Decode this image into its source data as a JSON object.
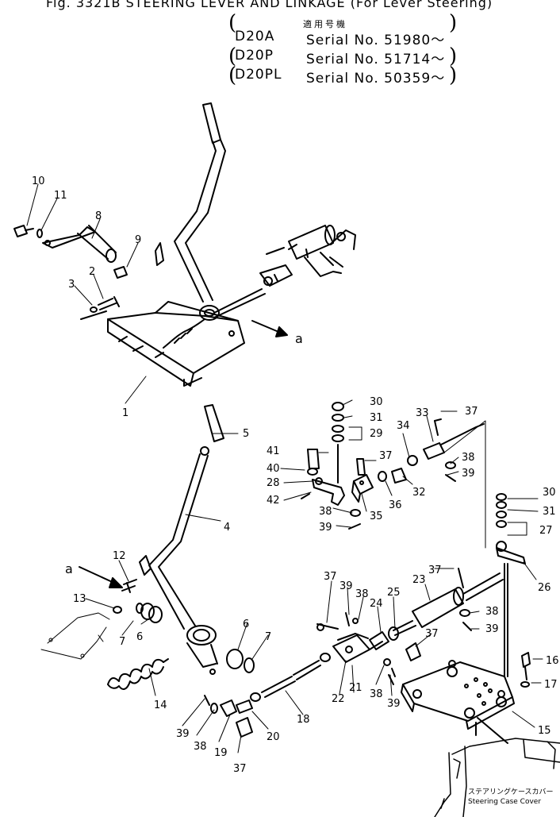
{
  "header": {
    "title": "Fig. 3321B  STEERING LEVER AND LINKAGE (For Lever Steering)",
    "applicable_label": "適用号機",
    "serials": [
      {
        "model": "D20A",
        "serial": "Serial No. 51980～"
      },
      {
        "model": "D20P",
        "serial": "Serial No. 51714～"
      },
      {
        "model": "D20PL",
        "serial": "Serial No. 50359～"
      }
    ]
  },
  "callouts": [
    "10",
    "11",
    "8",
    "9",
    "3",
    "2",
    "1",
    "5",
    "4",
    "12",
    "13",
    "7",
    "6",
    "6",
    "7",
    "14",
    "39",
    "38",
    "19",
    "37",
    "20",
    "18",
    "22",
    "21",
    "38",
    "39",
    "37",
    "39",
    "38",
    "24",
    "25",
    "37",
    "23",
    "37",
    "26",
    "38",
    "39",
    "16",
    "17",
    "15",
    "30",
    "31",
    "29",
    "33",
    "37",
    "34",
    "38",
    "39",
    "37",
    "41",
    "40",
    "28",
    "42",
    "32",
    "36",
    "38",
    "39",
    "35",
    "30",
    "31",
    "27"
  ],
  "section_marks": [
    "a",
    "a"
  ],
  "cover_label": {
    "jp": "ステアリングケースカバー",
    "en": "Steering Case Cover"
  }
}
